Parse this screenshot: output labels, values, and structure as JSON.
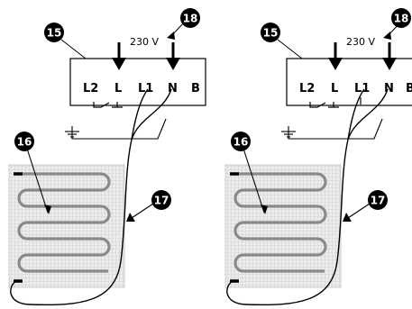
{
  "panels": [
    {
      "voltage": "230 V",
      "terminals": [
        "L2",
        "L",
        "L1",
        "N",
        "B"
      ],
      "callouts": {
        "box": "15",
        "mat": "16",
        "cable": "17",
        "supply": "18"
      }
    },
    {
      "voltage": "230 V",
      "terminals": [
        "L2",
        "L",
        "L1",
        "N",
        "B"
      ],
      "callouts": {
        "box": "15",
        "mat": "16",
        "cable": "17",
        "supply": "18"
      }
    }
  ],
  "colors": {
    "line": "#000000",
    "badge": "#000000",
    "mat_fill": "#ececec",
    "mat_grid": "#bdbdbd",
    "heating_wire": "#8a8a8a"
  }
}
